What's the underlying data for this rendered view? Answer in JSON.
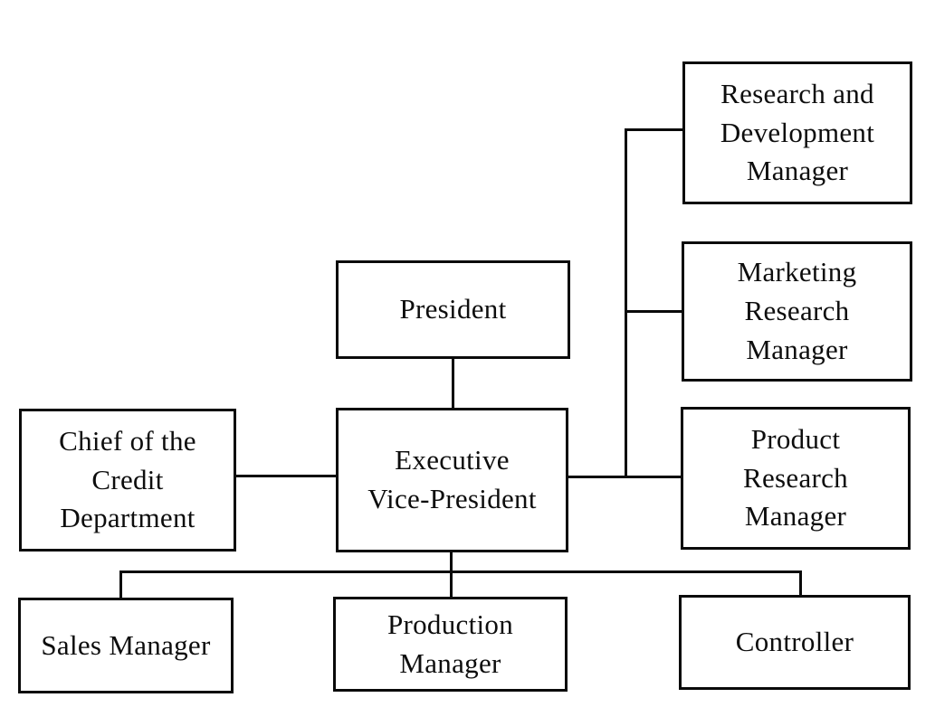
{
  "diagram": {
    "type": "org-chart",
    "colors": {
      "background": "#ffffff",
      "box_border": "#0a0a0a",
      "line": "#0a0a0a",
      "text": "#0d0d0d"
    },
    "nodes": [
      {
        "id": "president",
        "label": "President"
      },
      {
        "id": "executive-vice-president",
        "label": "Executive\nVice-President"
      },
      {
        "id": "chief-of-the-credit-department",
        "label": "Chief of the\nCredit\nDepartment"
      },
      {
        "id": "research-and-development-manager",
        "label": "Research and\nDevelopment\nManager"
      },
      {
        "id": "marketing-research-manager",
        "label": "Marketing\nResearch\nManager"
      },
      {
        "id": "product-research-manager",
        "label": "Product\nResearch\nManager"
      },
      {
        "id": "sales-manager",
        "label": "Sales Manager"
      },
      {
        "id": "production-manager",
        "label": "Production\nManager"
      },
      {
        "id": "controller",
        "label": "Controller"
      }
    ],
    "edges": [
      {
        "from": "president",
        "to": "executive-vice-president"
      },
      {
        "from": "chief-of-the-credit-department",
        "to": "executive-vice-president"
      },
      {
        "from": "executive-vice-president",
        "to": "research-and-development-manager"
      },
      {
        "from": "executive-vice-president",
        "to": "marketing-research-manager"
      },
      {
        "from": "executive-vice-president",
        "to": "product-research-manager"
      },
      {
        "from": "executive-vice-president",
        "to": "sales-manager"
      },
      {
        "from": "executive-vice-president",
        "to": "production-manager"
      },
      {
        "from": "executive-vice-president",
        "to": "controller"
      }
    ]
  }
}
